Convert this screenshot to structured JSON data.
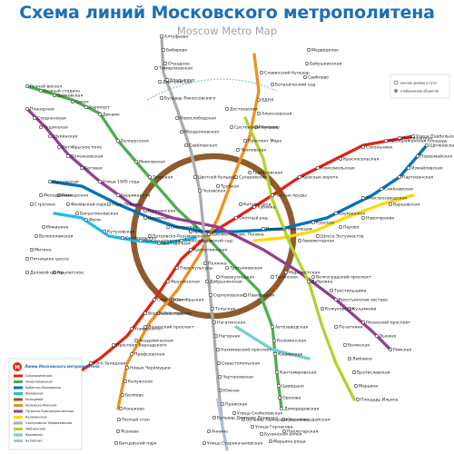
{
  "header": {
    "title": "Схема линий Московского метрополитена",
    "subtitle": "Moscow Metro Map"
  },
  "legend_top": {
    "item1": "ранние архивы в пути",
    "item2": "отображение объектов"
  },
  "legend_bottom": {
    "title": "Линии Московского метрополитена",
    "lines": [
      "Сокольническая",
      "Замоскворецкая",
      "Арбатско-Покровская",
      "Филёвская",
      "Кольцевая",
      "Калужско-Рижская",
      "Таганско-Краснопресненская",
      "Калининская",
      "Серпуховско-Тимирязевская",
      "Люблинская",
      "Каховская",
      "Бутовская"
    ]
  },
  "colors": {
    "sokolnicheskaya": "#e42313",
    "zamoskvoretskaya": "#4baf4f",
    "arbatsko_pokrovskaya": "#0072b9",
    "filevskaya": "#1ebcef",
    "koltsevaya": "#8d5b2d",
    "kaluzhsko_rizhskaya": "#ed9121",
    "tagansko_krasnopresnenskaya": "#943e90",
    "kalininskaya": "#ffd702",
    "serpukhovsko_timiryazevskaya": "#adacac",
    "lyublinskaya": "#b1d332",
    "kakhovskaya": "#79cdcd",
    "butovskaya": "#acbfe1",
    "monorail": "#2c87c5"
  },
  "stations": [
    "Алтуфьево",
    "Бибирево",
    "Отрадное",
    "Владыкино",
    "Медведково",
    "Бабушкинская",
    "Свиблово",
    "Ботанический сад",
    "ВДНХ",
    "Алексеевская",
    "Рижская",
    "Проспект Мира",
    "Речной вокзал",
    "Водный стадион",
    "Войковская",
    "Сокол",
    "Аэропорт",
    "Динамо",
    "Белорусская",
    "Маяковская",
    "Тверская",
    "Планерная",
    "Сходненская",
    "Тушинская",
    "Щукинская",
    "Октябрьское поле",
    "Полежаевская",
    "Беговая",
    "Улица 1905 года",
    "Баррикадная",
    "Пушкинская",
    "Улица Подбельского",
    "Черкизовская",
    "Преображенская площадь",
    "Сокольники",
    "Красносельская",
    "Комсомольская",
    "Красные ворота",
    "Чистые пруды",
    "Лубянка",
    "Охотный ряд",
    "Библиотека им. Ленина",
    "Кропоткинская",
    "Парк культуры",
    "Фрунзенская",
    "Спортивная",
    "Воробьёвы горы",
    "Университет",
    "Проспект Вернадского",
    "Юго-Западная",
    "Щёлковская",
    "Первомайская",
    "Измайловская",
    "Партизанская",
    "Семёновская",
    "Электрозаводская",
    "Бауманская",
    "Курская",
    "Площадь Революции",
    "Арбатская",
    "Смоленская",
    "Киевская",
    "Парк Победы",
    "Кунцевская",
    "Пионерская",
    "Филёвский парк",
    "Багратионовская",
    "Фили",
    "Кутузовская",
    "Студенческая",
    "Международная",
    "Выставочная",
    "Александровский сад",
    "Новослободская",
    "Менделеевская",
    "Савёловская",
    "Цветной бульвар",
    "Чеховская",
    "Трубная",
    "Сухаревская",
    "Тургеневская",
    "Китай-город",
    "Третьяковская",
    "Новокузнецкая",
    "Павелецкая",
    "Таганская",
    "Марксистская",
    "Октябрьская",
    "Шаболовская",
    "Ленинский проспект",
    "Академическая",
    "Профсоюзная",
    "Новые Черёмушки",
    "Калужская",
    "Беляево",
    "Коньково",
    "Тёплый стан",
    "Ясенево",
    "Битцевский парк",
    "Добрынинская",
    "Серпуховская",
    "Полянка",
    "Тульская",
    "Нагатинская",
    "Нагорная",
    "Нахимовский проспект",
    "Севастопольская",
    "Чертановская",
    "Южная",
    "Пражская",
    "Автозаводская",
    "Коломенская",
    "Каширская",
    "Кантемировская",
    "Царицыно",
    "Орехово",
    "Домодедовская",
    "Красногвардейская",
    "Пролетарская",
    "Волгоградский проспект",
    "Текстильщики",
    "Кузьминки",
    "Рязанский проспект",
    "Выхино",
    "Римская",
    "Крестьянская застава",
    "Дубровка",
    "Кожуховская",
    "Печатники",
    "Волжская",
    "Люблино",
    "Братиславская",
    "Марьино",
    "Площадь Ильича",
    "Авиамоторная",
    "Шоссе Энтузиастов",
    "Перово",
    "Новогиреево",
    "Варшавская",
    "Бульвар Дмитрия Донского",
    "Аннино",
    "Улица Старокачаловская",
    "Улица Скобелевская",
    "Бульвар Адмирала Ушакова",
    "Улица Горчакова",
    "Бунинская аллея",
    "Марьина роща",
    "Достоевская",
    "Сретенский бульвар",
    "Чкаловская",
    "Славянский бульвар",
    "Крылатское",
    "Молодёжная",
    "Строгино",
    "Мякинино",
    "Волоколамская",
    "Митино",
    "Пятницкое шоссе",
    "Деловой центр",
    "Петровско-Разумовская",
    "Тимирязевская",
    "Дмитровская",
    "Бульвар Рокоссовского"
  ]
}
